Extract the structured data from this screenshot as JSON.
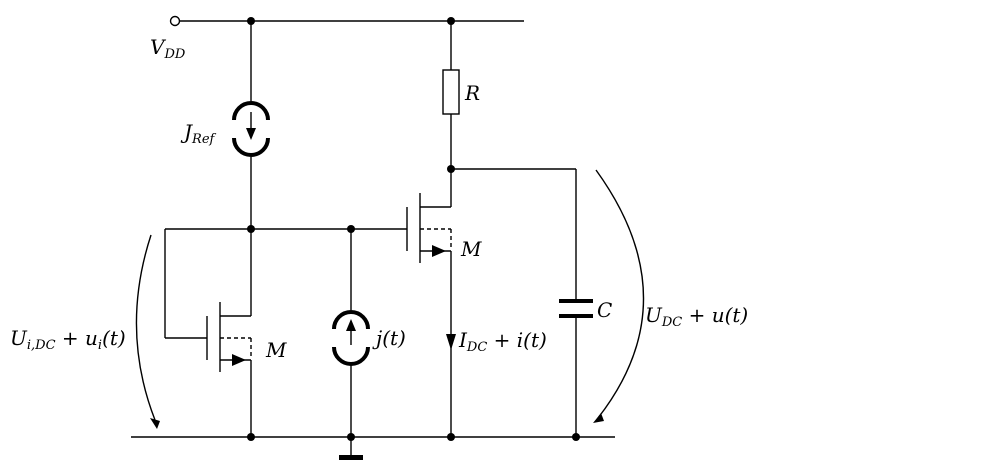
{
  "labels": {
    "vdd": {
      "main": "V",
      "sub": "DD"
    },
    "jref": {
      "main": "J",
      "sub": "Ref"
    },
    "r": "R",
    "m_right": "M",
    "m_left": "M",
    "j": "j(t)",
    "current": {
      "main": "I",
      "sub": "DC",
      "rest": " + i(t)"
    },
    "c": "C",
    "u_in": {
      "main": "U",
      "sub": "i,DC",
      "mid": " + u",
      "sub2": "i",
      "rest": "(t)"
    },
    "u_out": {
      "main": "U",
      "sub": "DC",
      "rest": " + u(t)"
    }
  }
}
